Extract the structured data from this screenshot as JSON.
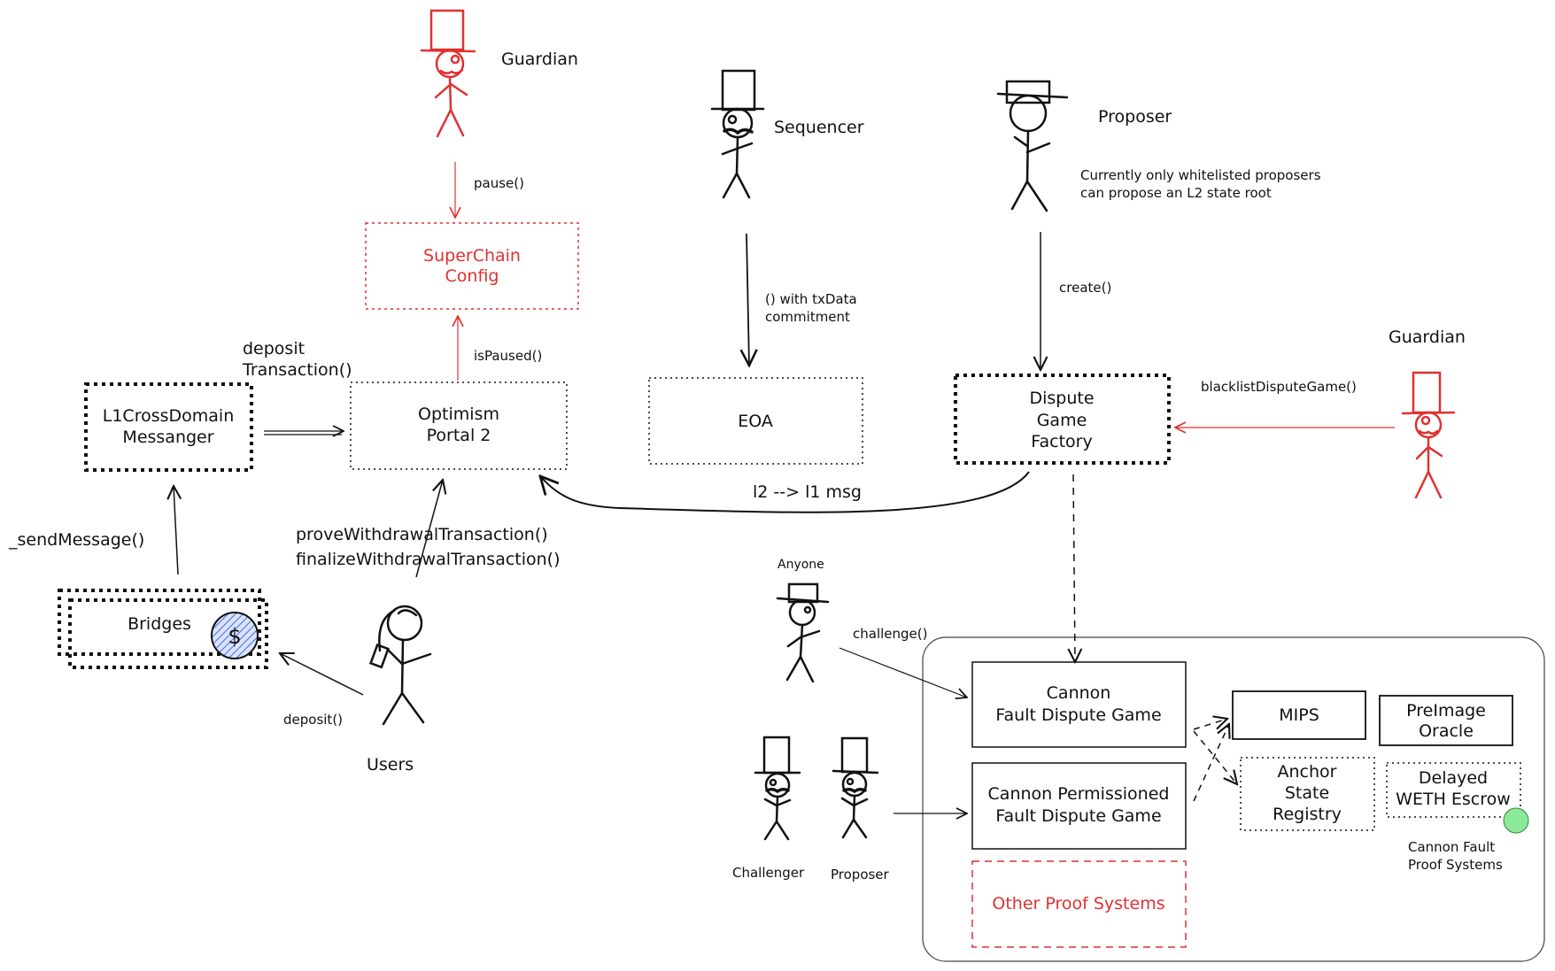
{
  "actors": {
    "guardian_top": "Guardian",
    "sequencer": "Sequencer",
    "proposer_top": "Proposer",
    "proposer_note_1": "Currently only whitelisted proposers",
    "proposer_note_2": "can propose an L2 state root",
    "guardian_right": "Guardian",
    "anyone": "Anyone",
    "users": "Users",
    "challenger": "Challenger",
    "proposer_bottom": "Proposer"
  },
  "boxes": {
    "superchain_config": [
      "SuperChain",
      "Config"
    ],
    "optimism_portal": [
      "Optimism",
      "Portal 2"
    ],
    "eoa": [
      "EOA"
    ],
    "dispute_game_factory": [
      "Dispute",
      "Game",
      "Factory"
    ],
    "l1_cross_domain_messenger": [
      "L1CrossDomain",
      "Messanger"
    ],
    "bridges": [
      "Bridges"
    ],
    "cannon_fdg": [
      "Cannon",
      "Fault Dispute Game"
    ],
    "cannon_permissioned_fdg": [
      "Cannon Permissioned",
      "Fault Dispute Game"
    ],
    "other_proof_systems": [
      "Other Proof Systems"
    ],
    "mips": [
      "MIPS"
    ],
    "preimage_oracle": [
      "PreImage",
      "Oracle"
    ],
    "anchor_state_registry": [
      "Anchor",
      "State",
      "Registry"
    ],
    "delayed_weth": [
      "Delayed",
      "WETH Escrow"
    ],
    "cannon_group": [
      "Cannon Fault",
      "Proof Systems"
    ]
  },
  "edges": {
    "pause": "pause()",
    "is_paused": "isPaused()",
    "tx_data_1": "() with txData",
    "tx_data_2": "commitment",
    "create": "create()",
    "blacklist": "blacklistDisputeGame()",
    "deposit_tx_1": "deposit",
    "deposit_tx_2": "Transaction()",
    "l2_l1_msg": "l2 --> l1 msg",
    "send_message": "_sendMessage()",
    "prove_withdrawal": "proveWithdrawalTransaction()",
    "finalize_withdrawal": "finalizeWithdrawalTransaction()",
    "deposit": "deposit()",
    "challenge": "challenge()"
  },
  "icons": {
    "coin_symbol": "$"
  },
  "colors": {
    "ink": "#111111",
    "red": "#e03131",
    "coin_fill": "#a5b4e8",
    "green_dot": "#8ce99a"
  }
}
